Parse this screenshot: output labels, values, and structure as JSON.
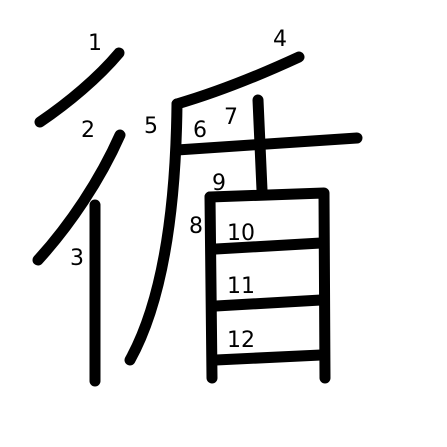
{
  "character": "循",
  "stroke_color": "#000000",
  "background_color": "#ffffff",
  "stroke_numbers": [
    "1",
    "2",
    "3",
    "4",
    "5",
    "6",
    "7",
    "8",
    "9",
    "10",
    "11",
    "12"
  ]
}
